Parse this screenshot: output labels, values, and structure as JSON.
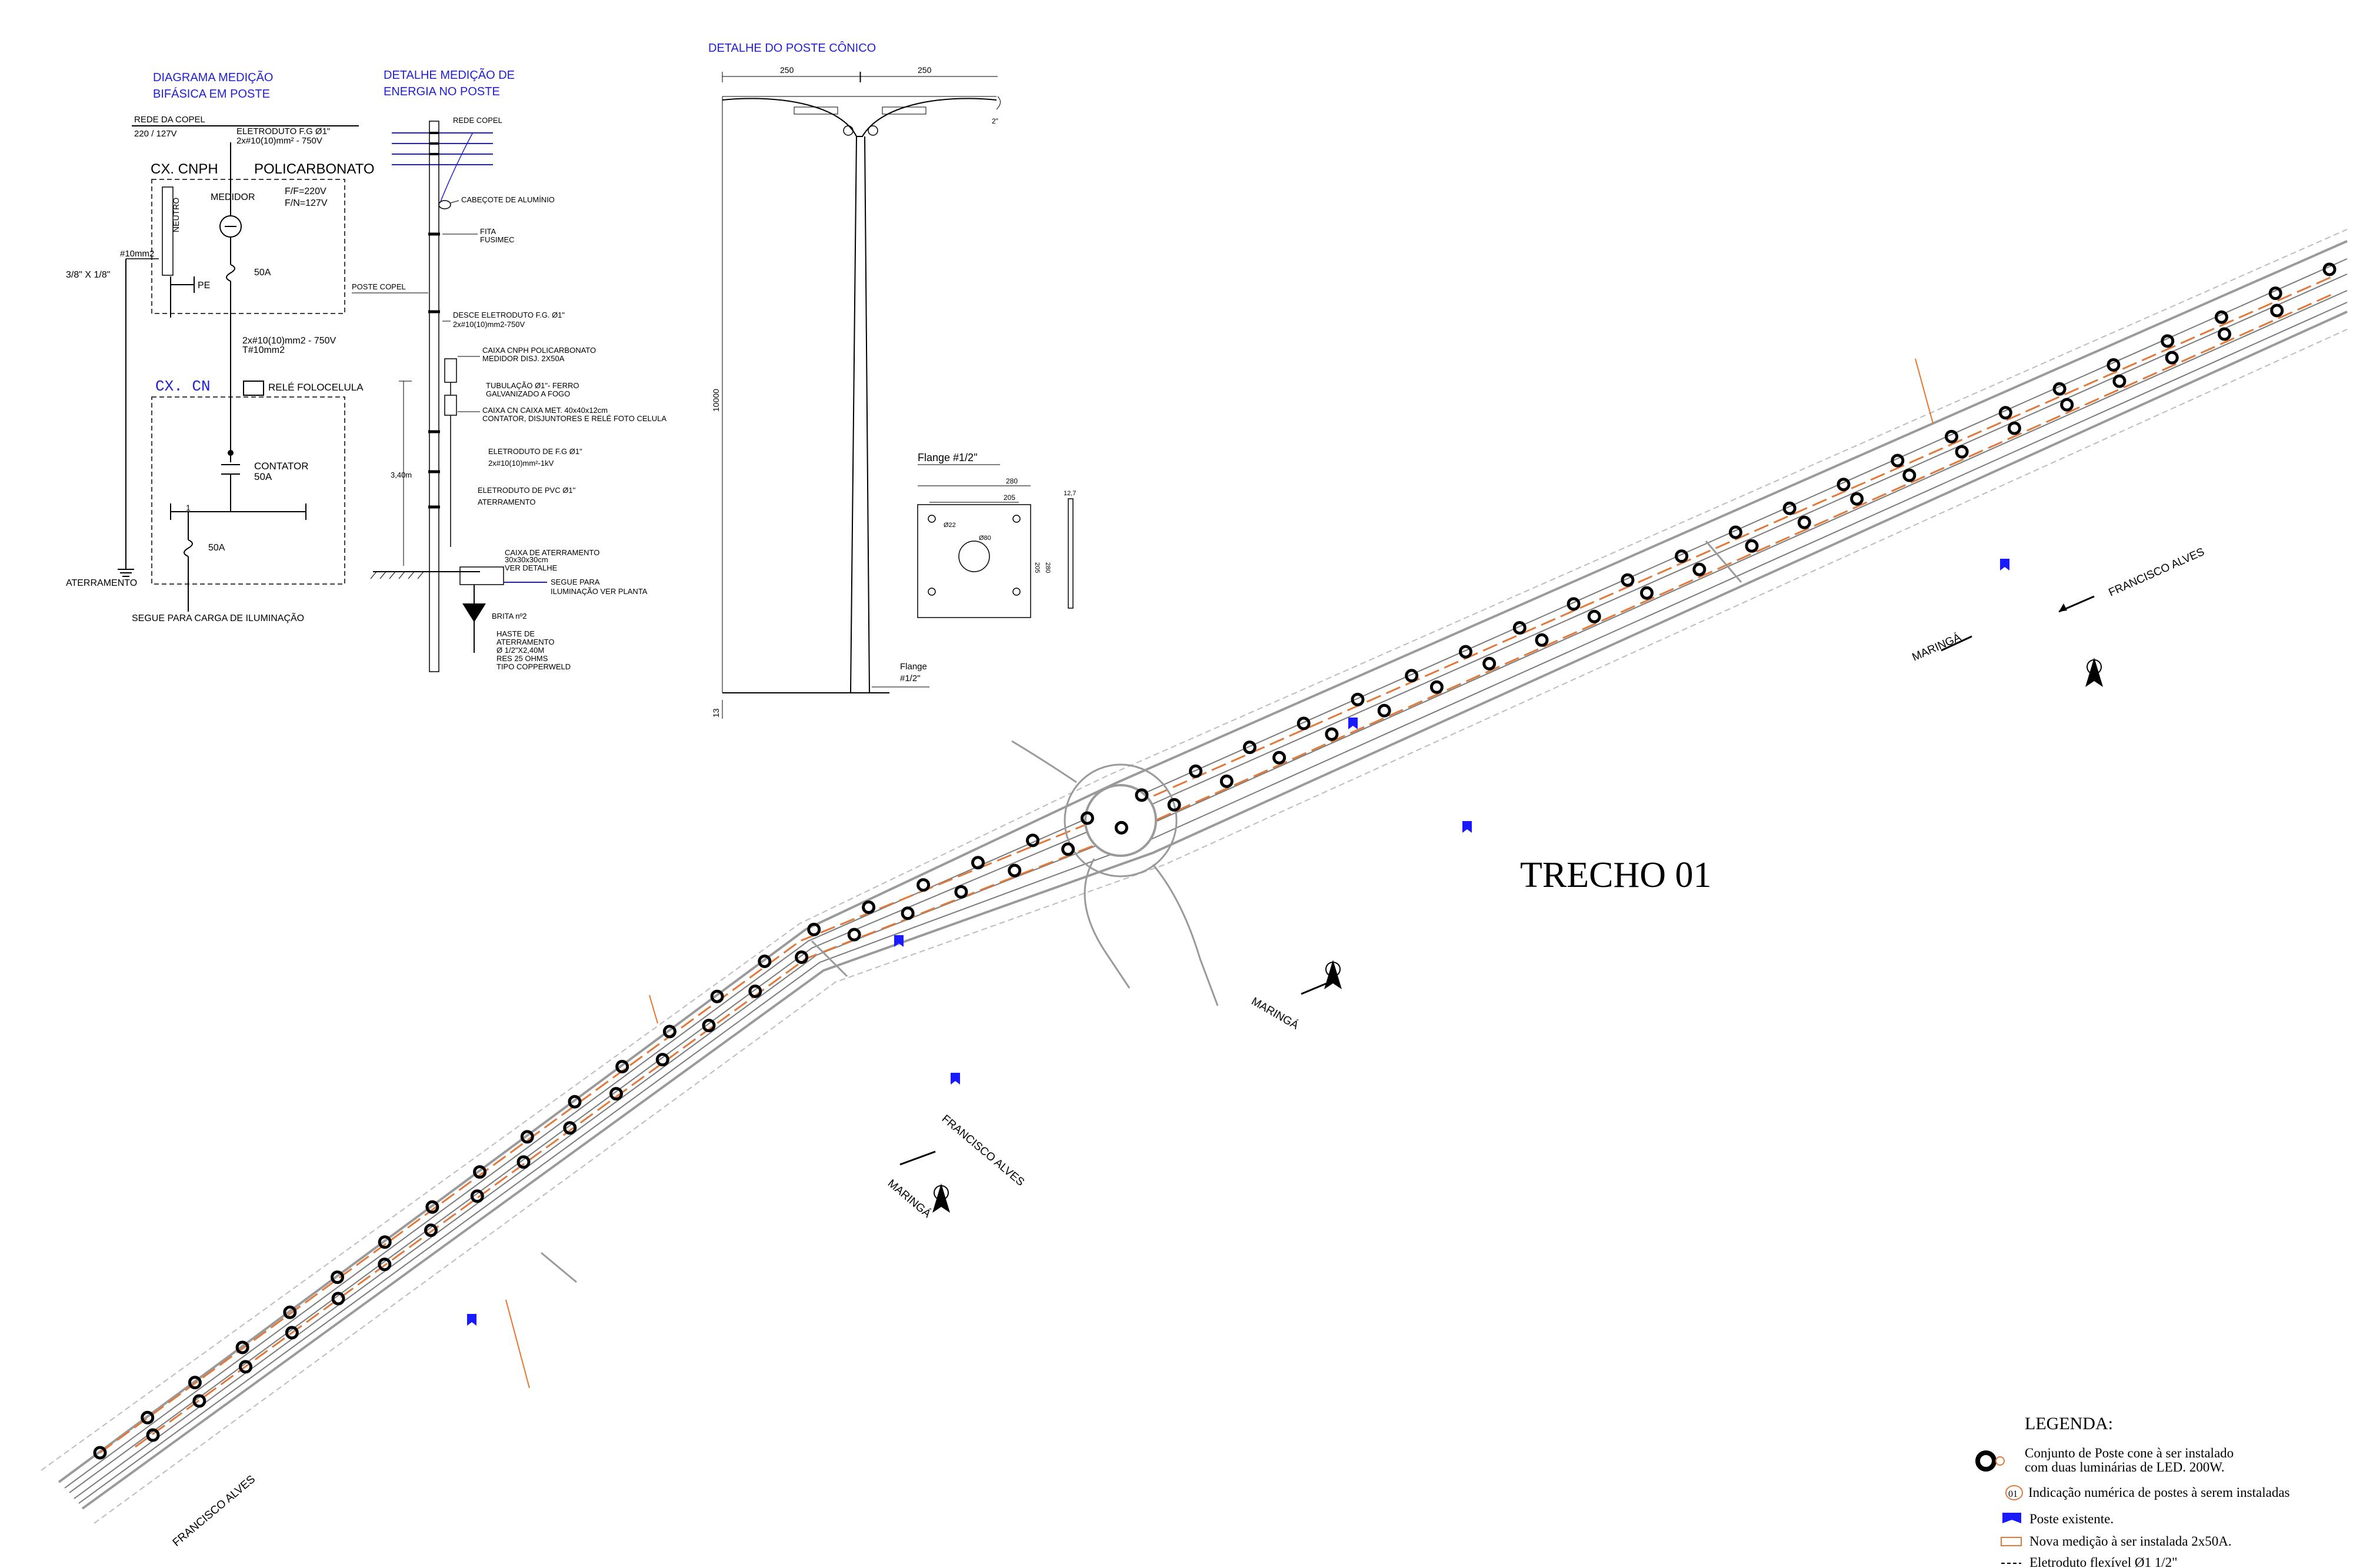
{
  "colors": {
    "ink": "#000000",
    "title_blue": "#1f1fd0",
    "road_gray": "#9a9a9a",
    "new_measure_orange": "#e07a3c",
    "street_label_orange": "#e8752a",
    "existing_pole_blue": "#1a1aff"
  },
  "diagram_medicao": {
    "title_1": "DIAGRAMA MEDIÇÃO",
    "title_2": "BIFÁSICA EM POSTE",
    "rede_copel": "REDE DA COPEL",
    "voltage": "220 / 127V",
    "eletroduto_1": "ELETRODUTO  F.G Ø1\"",
    "eletroduto_2": "2x#10(10)mm² - 750V",
    "cx_cnph": "CX. CNPH",
    "policarbonato": "POLICARBONATO",
    "neutro": "NEUTRO",
    "medidor": "MEDIDOR",
    "ff": "F/F=220V",
    "fn": "F/N=127V",
    "wire_10": "#10mm2",
    "rod": "3/8\" X 1/8\"",
    "pe": "PE",
    "breaker_50a_top": "50A",
    "poste_copel": "POSTE COPEL",
    "feeder_1": "2x#10(10)mm2 - 750V",
    "feeder_2": "T#10mm2",
    "cx_cn": "CX. CN",
    "rele": "RELÉ FOLOCELULA",
    "contator": "CONTATOR",
    "contator_a": "50A",
    "one": "1",
    "breaker_50a_bottom": "50A",
    "aterramento": "ATERRAMENTO",
    "segue": "SEGUE PARA CARGA DE ILUMINAÇÃO"
  },
  "detalhe_medicao": {
    "title_1": "DETALHE MEDIÇÃO DE",
    "title_2": "ENERGIA NO POSTE",
    "rede_copel": "REDE COPEL",
    "cabecote": "CABEÇOTE DE ALUMÍNIO",
    "fita_1": "FITA",
    "fita_2": "FUSIMEC",
    "desce_1": "DESCE ELETRODUTO F.G. Ø1\"",
    "desce_2": "2x#10(10)mm2-750V",
    "caixa_1": "CAIXA CNPH    POLICARBONATO",
    "caixa_2": "MEDIDOR         DISJ. 2X50A",
    "tubulacao_1": "TUBULAÇÃO Ø1\"- FERRO",
    "tubulacao_2": "GALVANIZADO A FOGO",
    "caixa_cn_1": "CAIXA CN      CAIXA MET. 40x40x12cm",
    "caixa_cn_2": "CONTATOR, DISJUNTORES E RELÉ FOTO CELULA",
    "eletro_fg_1": "ELETRODUTO DE F.G Ø1\"",
    "eletro_fg_2": "2x#10(10)mm²-1kV",
    "pvc_1": "ELETRODUTO DE PVC Ø1\"",
    "pvc_2": "ATERRAMENTO",
    "height": "3,40m",
    "cx_at_1": "CAIXA DE ATERRAMENTO",
    "cx_at_2": "30x30x30cm",
    "cx_at_3": "VER DETALHE",
    "segue_1": "SEGUE PARA",
    "segue_2": "ILUMINAÇÃO VER PLANTA",
    "brita": "BRITA nº2",
    "haste_1": "HASTE DE",
    "haste_2": "ATERRAMENTO",
    "haste_3": "Ø 1/2\"X2,40M",
    "haste_4": "RES 25 OHMS",
    "haste_5": "TIPO COPPERWELD"
  },
  "poste_conico": {
    "title": "DETALHE DO POSTE CÔNICO",
    "dim_left": "250",
    "dim_right": "250",
    "height": "10000",
    "base": "13",
    "flange_title": "Flange #1/2\"",
    "flange_280": "280",
    "flange_205": "205",
    "flange_hole_d": "Ø22",
    "flange_center_d": "Ø80",
    "flange_205_v": "205",
    "flange_280_v": "280",
    "flange_thick": "12,7",
    "flange_label_1": "Flange",
    "flange_label_2": "#1/2\"",
    "top_arc": "2\""
  },
  "plan": {
    "trecho": "TRECHO 01",
    "street_francisco_1": "FRANCISCO ALVES",
    "street_maringa_1": "MARINGÁ",
    "street_francisco_2": "FRANCISCO ALVES",
    "street_maringa_2": "MARINGÁ",
    "street_francisco_3": "FRANCISCO ALVES",
    "street_maringa_3": "MARINGÁ",
    "north": "N"
  },
  "legend": {
    "title": "LEGENDA:",
    "item_pole_1": "Conjunto de Poste cone à ser instalado",
    "item_pole_2": "com duas luminárias de LED. 200W.",
    "item_number_badge": "01",
    "item_number": "Indicação numérica de postes à serem instaladas",
    "item_existing": "Poste existente.",
    "item_new_measure": "Nova medição à ser instalada 2x50A.",
    "item_conduit": "Eletroduto flexível  Ø1 1/2\""
  }
}
